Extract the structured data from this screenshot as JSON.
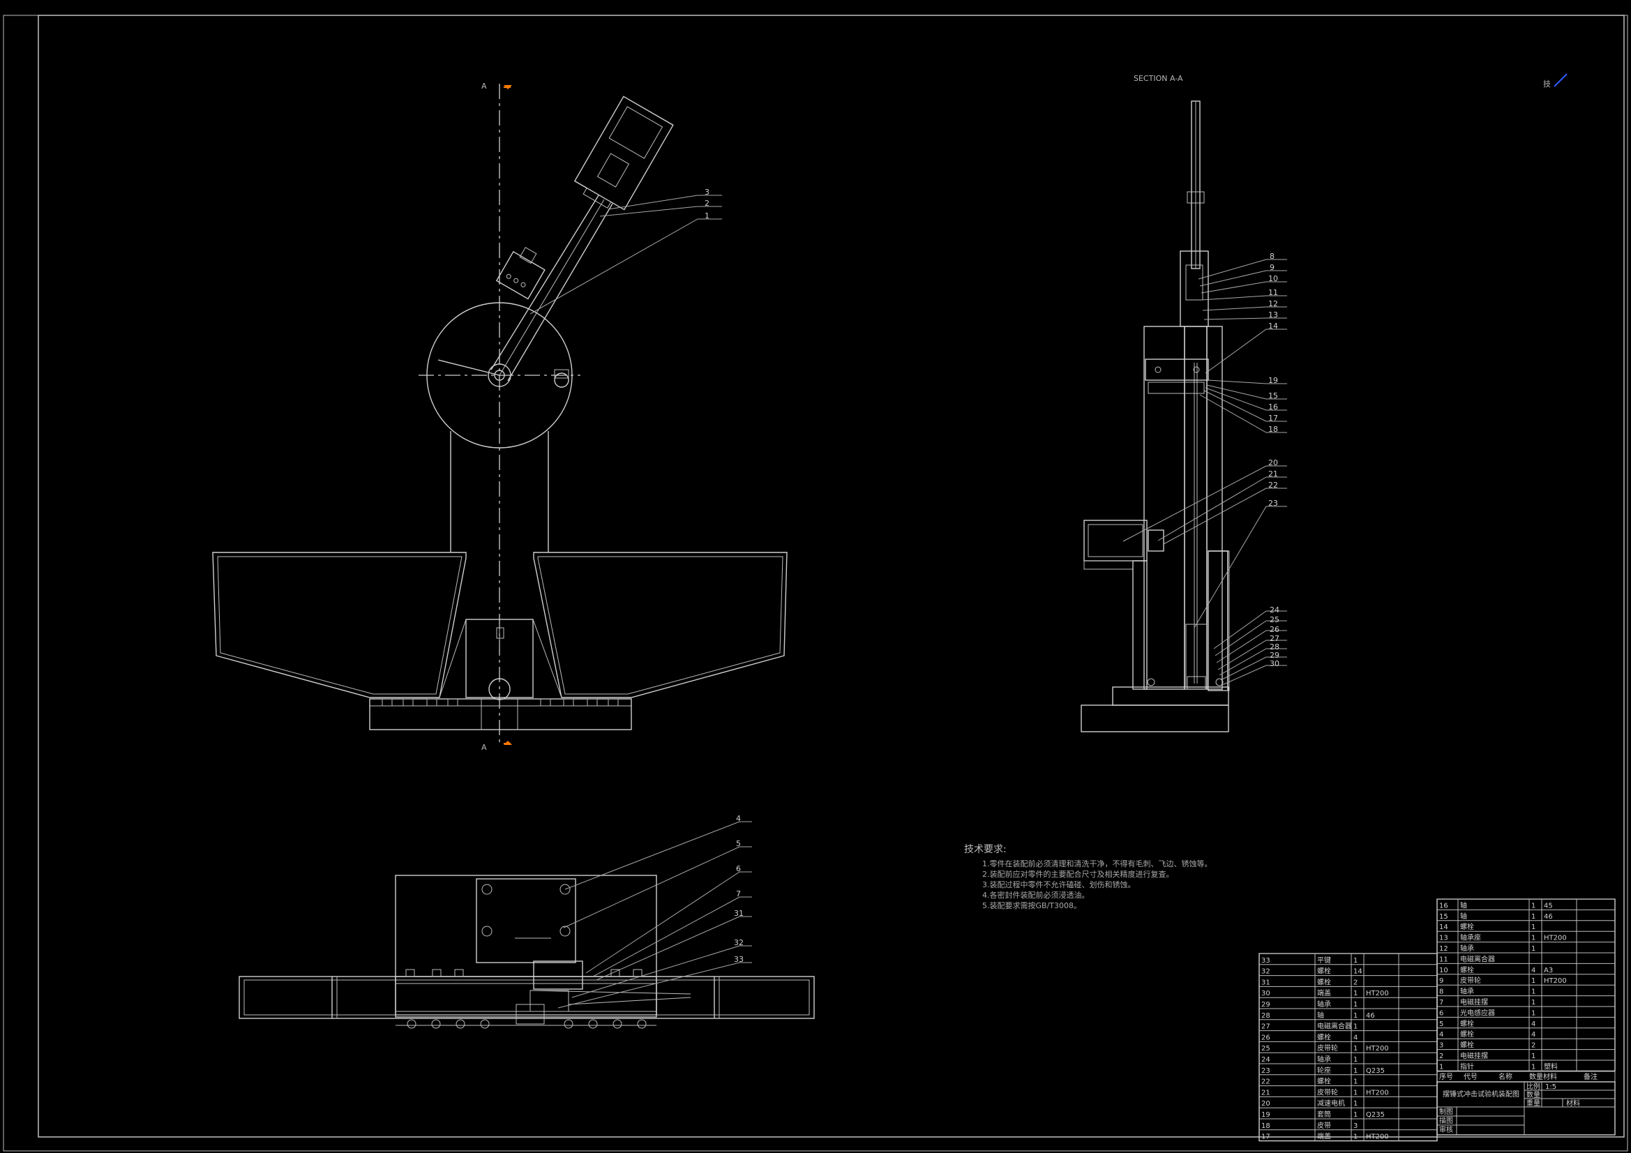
{
  "colors": {
    "background": "#000000",
    "line": "#cfcfcf",
    "marker": "#ff7a00",
    "mark_blue": "#2e5cff"
  },
  "section_marks": {
    "top": "A",
    "bottom": "A"
  },
  "section_title": "SECTION A-A",
  "corner_mark": "技",
  "balloons_front": [
    "3",
    "2",
    "1"
  ],
  "balloons_top": [
    "4",
    "5",
    "6",
    "7",
    "31",
    "32",
    "33"
  ],
  "balloons_section_upper": [
    "8",
    "9",
    "10",
    "11",
    "12",
    "13",
    "14"
  ],
  "balloons_section_mid": [
    "19",
    "15",
    "16",
    "17",
    "18"
  ],
  "balloons_section_lower": [
    "20",
    "21",
    "22",
    "23"
  ],
  "balloons_section_base": [
    "24",
    "25",
    "26",
    "27",
    "28",
    "29",
    "30"
  ],
  "tech": {
    "title": "技术要求:",
    "items": [
      "1.零件在装配前必须清理和清洗干净，不得有毛刺、飞边、锈蚀等。",
      "2.装配前应对零件的主要配合尺寸及相关精度进行复查。",
      "3.装配过程中零件不允许磕碰、划伤和锈蚀。",
      "4.各密封件装配前必须浸透油。",
      "5.装配要求需按GB/T3008。"
    ]
  },
  "bom_right": [
    [
      "16",
      "轴",
      "1",
      "45"
    ],
    [
      "15",
      "轴",
      "1",
      "46"
    ],
    [
      "14",
      "螺栓",
      "1",
      ""
    ],
    [
      "13",
      "轴承座",
      "1",
      "HT200"
    ],
    [
      "12",
      "轴承",
      "1",
      ""
    ],
    [
      "11",
      "电磁离合器",
      "",
      ""
    ],
    [
      "10",
      "螺栓",
      "4",
      "A3"
    ],
    [
      "9",
      "皮带轮",
      "1",
      "HT200"
    ],
    [
      "8",
      "轴承",
      "1",
      ""
    ],
    [
      "7",
      "电磁挂摆",
      "1",
      ""
    ],
    [
      "6",
      "光电感应器",
      "1",
      ""
    ],
    [
      "5",
      "螺栓",
      "4",
      ""
    ],
    [
      "4",
      "螺栓",
      "4",
      ""
    ],
    [
      "3",
      "螺栓",
      "2",
      ""
    ],
    [
      "2",
      "电磁挂摆",
      "1",
      ""
    ],
    [
      "1",
      "指针",
      "1",
      "塑料"
    ]
  ],
  "bom_left": [
    [
      "33",
      "平键",
      "1",
      ""
    ],
    [
      "32",
      "螺栓",
      "14",
      ""
    ],
    [
      "31",
      "螺栓",
      "2",
      ""
    ],
    [
      "30",
      "端盖",
      "1",
      "HT200"
    ],
    [
      "29",
      "轴承",
      "1",
      ""
    ],
    [
      "28",
      "轴",
      "1",
      "46"
    ],
    [
      "27",
      "电磁离合器",
      "1",
      ""
    ],
    [
      "26",
      "螺栓",
      "4",
      ""
    ],
    [
      "25",
      "皮带轮",
      "1",
      "HT200"
    ],
    [
      "24",
      "轴承",
      "1",
      ""
    ],
    [
      "23",
      "轮座",
      "1",
      "Q235"
    ],
    [
      "22",
      "螺栓",
      "1",
      ""
    ],
    [
      "21",
      "皮带轮",
      "1",
      "HT200"
    ],
    [
      "20",
      "减速电机",
      "1",
      ""
    ],
    [
      "19",
      "套筒",
      "1",
      "Q235"
    ],
    [
      "18",
      "皮带",
      "3",
      ""
    ],
    [
      "17",
      "端盖",
      "1",
      "HT200"
    ]
  ],
  "bom_header": {
    "no": "序号",
    "code": "代号",
    "name": "名称",
    "qty": "数量",
    "material": "材料",
    "remark": "备注"
  },
  "title_block": {
    "name": "摆锤式冲击试验机装配图",
    "ratio_label": "比例",
    "ratio": "1:5",
    "qty_label": "数量",
    "weight_label": "重量",
    "material_label": "材料",
    "draw_label": "制图",
    "design_label": "描图",
    "check_label": "审核"
  }
}
